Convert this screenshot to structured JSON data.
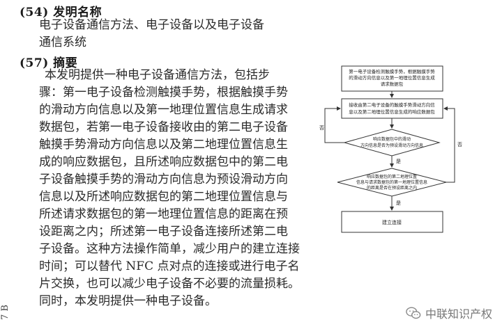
{
  "patent": {
    "title_heading": "(54) 发明名称",
    "title_lines": [
      "电子设备通信方法、电子设备以及电子设备",
      "通信系统"
    ],
    "abstract_heading": "(57) 摘要",
    "abstract_lines": [
      "本发明提供一种电子设备通信方法，包括步",
      "骤：第一电子设备检测触摸手势，根据触摸手势",
      "的滑动方向信息以及第一地理位置信息生成请求",
      "数据包，若第一电子设备接收由的第二电子设备",
      "触摸手势滑动方向信息以及第二地理位置信息生",
      "成的响应数据包，且所述响应数据包中的第二电",
      "子设备触摸手势的滑动方向信息为预设滑动方向",
      "信息以及所述响应数据包的第二地理位置信息与",
      "所述请求数据包的第一地理位置信息的距离在预",
      "设距离之内；所述第一电子设备连接所述第二电",
      "子设备。这种方法操作简单，减少用户的建立连接",
      "时间；可以替代 NFC 点对点的连接或进行电子名",
      "片交换，也可以减少电子设备不必要的流量损耗。",
      "同时，本发明提供一种电子设备。"
    ],
    "edge_text": "7 B"
  },
  "flowchart": {
    "box1": [
      "第一电子设备检测触摸手势，根据触摸手势",
      "的滑动方向信息以及第一地理位置信息生成",
      "请求数据包"
    ],
    "box2": [
      "接收由第二电子设备的触摸手势滑动方向信",
      "息以及第二地理位置信息生成的响应数据包"
    ],
    "diamond1": [
      "响应数据包中的滑动",
      "方向信息是否为预设滑动方向信息"
    ],
    "diamond2": [
      "响应数据包的第二地理位置",
      "信息与请求数据包的第一地理位置信息",
      "的距离是否在预设距离之内"
    ],
    "box3": "建立连接",
    "yes": "是",
    "no": "否"
  },
  "watermark": {
    "text": "中联知识产权"
  }
}
